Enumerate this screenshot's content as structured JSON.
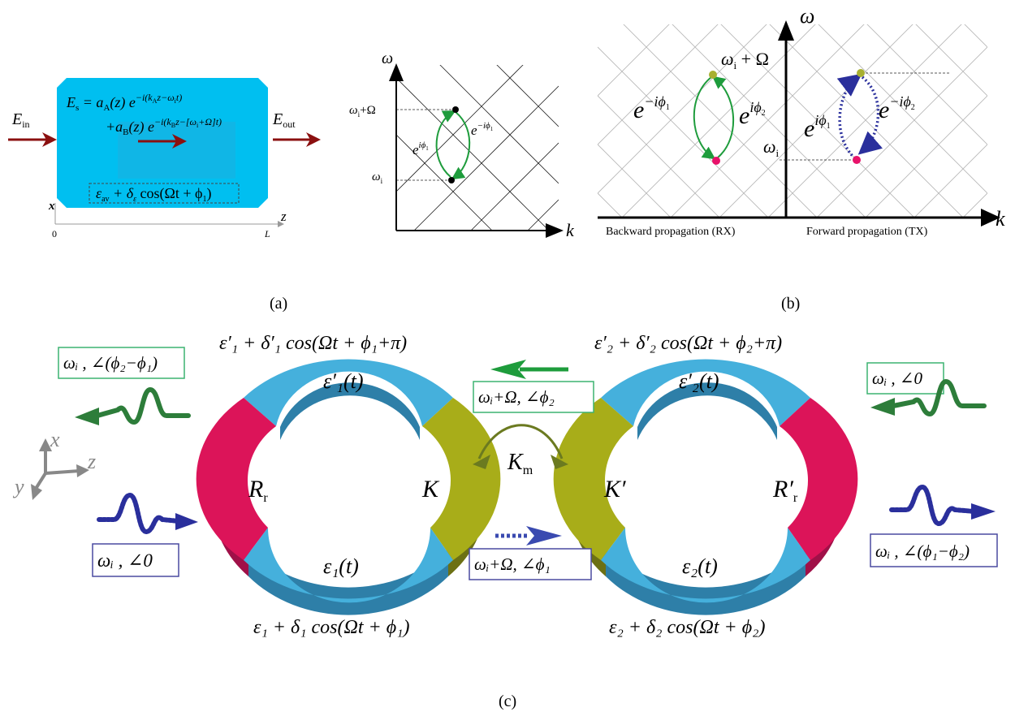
{
  "panel_a": {
    "e_in": "E",
    "e_in_sub": "in",
    "e_out": "E",
    "e_out_sub": "out",
    "es_line1": "E",
    "es_line1_rest": "= a",
    "es_line1_tail": "(z) e",
    "es_sub": "s",
    "es_a_sub": "A",
    "es_exp1": "−i(k",
    "es_exp1b": "z−ω",
    "es_exp1c": "t)",
    "es_line2": "+a",
    "es_b_sub": "B",
    "es_line2_tail": "(z) e",
    "es_exp2": "−i(k",
    "es_exp2b": "z−[ω",
    "es_exp2c": "+Ω]t)",
    "eps_label": "ε",
    "eps_av_sub": "av",
    "eps_rest": "+ δ",
    "eps_delta_sub": "ε",
    "eps_cos": "cos(Ωt + ϕ",
    "eps_end": ")",
    "axis_x": "x",
    "axis_z": "z",
    "origin": "0",
    "length": "L",
    "caption": "(a)"
  },
  "panel_b1": {
    "omega": "ω",
    "k": "k",
    "w_top": "ω",
    "w_top_sub": "i",
    "w_top_rest": "+Ω",
    "w_bot": "ω",
    "w_bot_sub": "i",
    "exp_left": "e",
    "exp_left_sup": "iϕ",
    "exp_right": "e",
    "exp_right_sup": "−iϕ"
  },
  "panel_b2": {
    "omega": "ω",
    "k": "k",
    "w_top": "ω",
    "w_top_sub": "i",
    "w_top_rest": " + Ω",
    "w_bot": "ω",
    "w_bot_sub": "i",
    "exp_a": "e",
    "exp_a_sup": "−iϕ",
    "exp_b": "e",
    "exp_b_sup": "iϕ",
    "exp_c": "e",
    "exp_c_sup": "iϕ",
    "exp_d": "e",
    "exp_d_sup": "−iϕ",
    "backward": "Backward propagation (RX)",
    "forward": "Forward propagation (TX)",
    "caption": "(b)"
  },
  "panel_c": {
    "top_left_formula": "ε′₁ + δ′₁ cos(Ωt + ϕ₁+π)",
    "top_right_formula": "ε′₂ + δ′₂ cos(Ωt + ϕ₂+π)",
    "bottom_left_formula": "ε₁ + δ₁ cos(Ωt + ϕ₁)",
    "bottom_right_formula": "ε₂ + δ₂ cos(Ωt + ϕ₂)",
    "ring1_top": "ε′₁(t)",
    "ring1_bottom": "ε₁(t)",
    "ring2_top": "ε′₂(t)",
    "ring2_bottom": "ε₂(t)",
    "r_left": "R",
    "r_left_sub": "r",
    "r_right": "R′",
    "r_right_sub": "r",
    "k_left": "K",
    "k_right": "K′",
    "k_m": "K",
    "k_m_sub": "m",
    "box_green_left": "ωᵢ , ∠(ϕ₂−ϕ₁)",
    "box_green_mid": "ωᵢ+Ω, ∠ϕ₂",
    "box_green_right": "ωᵢ , ∠0",
    "box_blue_left": "ωᵢ , ∠0",
    "box_blue_mid": "ωᵢ+Ω, ∠ϕ₁",
    "box_blue_right": "ωᵢ , ∠(ϕ₁−ϕ₂)",
    "axis_x": "x",
    "axis_y": "y",
    "axis_z": "z",
    "caption": "(c)"
  },
  "colors": {
    "cyan_box": "#00bff0",
    "ring_blue": "#45b0dc",
    "ring_blue_side": "#2e7fa8",
    "ring_red": "#dc1459",
    "ring_olive": "#a8ad19",
    "dark_red": "#8b1010",
    "green": "#1e9c3c",
    "navy": "#2a2f9c",
    "box_green_border": "#3cb371",
    "box_blue_border": "#4a4aa0"
  }
}
